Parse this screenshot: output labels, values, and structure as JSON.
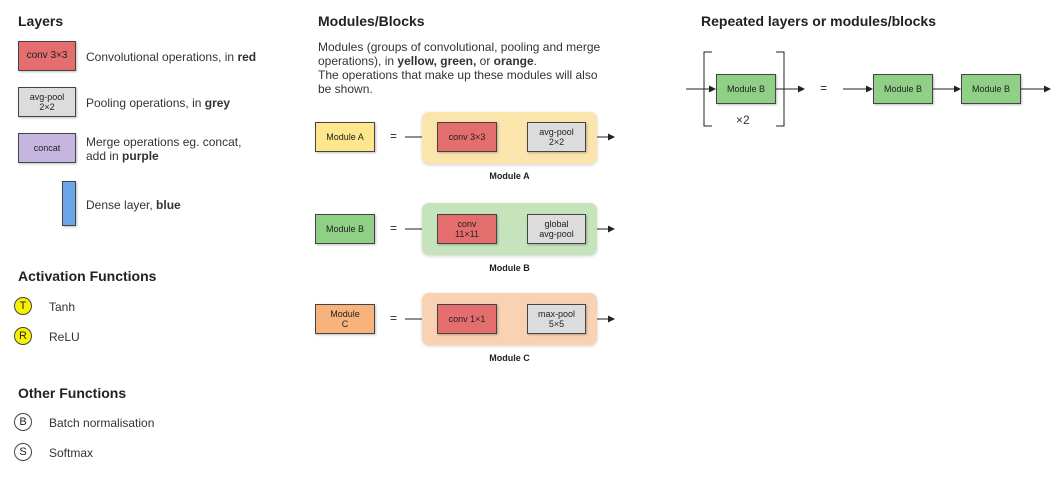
{
  "layers": {
    "heading": "Layers",
    "conv": {
      "box": "conv 3×3",
      "desc": "Convolutional operations, in ",
      "emph": "red"
    },
    "pool": {
      "box_line1": "avg-pool",
      "box_line2": "2×2",
      "desc": "Pooling operations, in ",
      "emph": "grey"
    },
    "merge": {
      "box": "concat",
      "desc_line1": "Merge operations eg. concat,",
      "desc_line2": "add in ",
      "emph": "purple"
    },
    "dense": {
      "desc": "Dense layer, ",
      "emph": "blue"
    }
  },
  "activations": {
    "heading": "Activation Functions",
    "items": [
      {
        "symbol": "T",
        "label": "Tanh"
      },
      {
        "symbol": "R",
        "label": "ReLU"
      }
    ]
  },
  "other": {
    "heading": "Other Functions",
    "items": [
      {
        "symbol": "B",
        "label": "Batch normalisation"
      },
      {
        "symbol": "S",
        "label": "Softmax"
      }
    ]
  },
  "modules": {
    "heading": "Modules/Blocks",
    "desc_line1": "Modules (groups of convolutional, pooling and merge",
    "desc_line2_a": "operations), in ",
    "desc_line2_b": "yellow, green,",
    "desc_line2_c": " or ",
    "desc_line2_d": "orange",
    "desc_line2_e": ".",
    "desc_line3": "The operations that make up these modules will also",
    "desc_line4": "be shown.",
    "equals": "=",
    "a": {
      "label": "Module A",
      "op1": "conv 3×3",
      "op2_line1": "avg-pool",
      "op2_line2": "2×2",
      "caption": "Module A"
    },
    "b": {
      "label": "Module B",
      "op1_line1": "conv",
      "op1_line2": "11×11",
      "op2_line1": "global",
      "op2_line2": "avg-pool",
      "caption": "Module B"
    },
    "c": {
      "label_line1": "Module",
      "label_line2": "C",
      "op1": "conv 1×1",
      "op2_line1": "max-pool",
      "op2_line2": "5×5",
      "caption": "Module C"
    }
  },
  "repeated": {
    "heading": "Repeated layers or modules/blocks",
    "inner": "Module B",
    "times": "×2",
    "equals": "=",
    "out1": "Module B",
    "out2": "Module B"
  },
  "colors": {
    "conv": "#e46d6d",
    "pool": "#dcdcdc",
    "merge": "#c6b5e0",
    "dense": "#6aa6e8",
    "module_a": "#fde68c",
    "module_b": "#8fcf86",
    "module_c": "#f8b27c",
    "activation": "#f8f200"
  }
}
